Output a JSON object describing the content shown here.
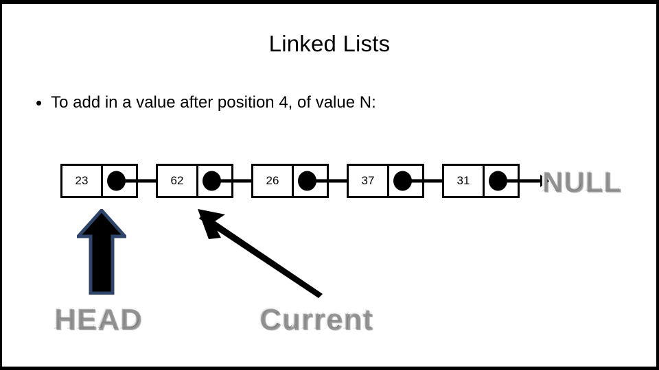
{
  "slide": {
    "title": "Linked Lists",
    "bullet_marker": "•",
    "bullet_text": "To add in a value after position 4, of value N:",
    "background_color": "#ffffff",
    "frame_color": "#000000"
  },
  "diagram": {
    "type": "singly-linked-list",
    "node_values": [
      "23",
      "62",
      "26",
      "37",
      "31"
    ],
    "terminator_label": "NULL",
    "node_fill": "#ffffff",
    "node_stroke": "#000000",
    "pointer_dot_color": "#000000",
    "link_arrow_color": "#000000"
  },
  "annotations": {
    "head": {
      "label": "HEAD",
      "arrow_direction": "up",
      "arrow_fill": "#000000",
      "arrow_outline": "#2e4468",
      "points_to_node": "23"
    },
    "current": {
      "label": "Current",
      "arrow_direction": "up-left",
      "arrow_fill": "#000000",
      "points_to_node": "62"
    }
  }
}
